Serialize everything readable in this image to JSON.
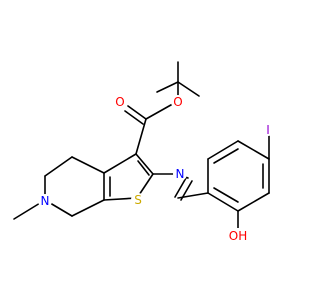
{
  "diagram": {
    "type": "chemical-structure",
    "atoms": {
      "ester_oxygen_carbonyl": {
        "symbol": "O",
        "color": "#ff0000"
      },
      "ester_oxygen_ether": {
        "symbol": "O",
        "color": "#ff0000"
      },
      "thiophene_sulfur": {
        "symbol": "S",
        "color": "#ccaa00"
      },
      "imine_nitrogen": {
        "symbol": "N",
        "color": "#0000ff"
      },
      "ring_nitrogen": {
        "symbol": "N",
        "color": "#0000ff"
      },
      "iodine": {
        "symbol": "I",
        "color": "#9400d3"
      },
      "hydroxyl": {
        "symbol": "OH",
        "color": "#ff0000"
      }
    },
    "bond_color": "#000000",
    "background": "#ffffff"
  }
}
